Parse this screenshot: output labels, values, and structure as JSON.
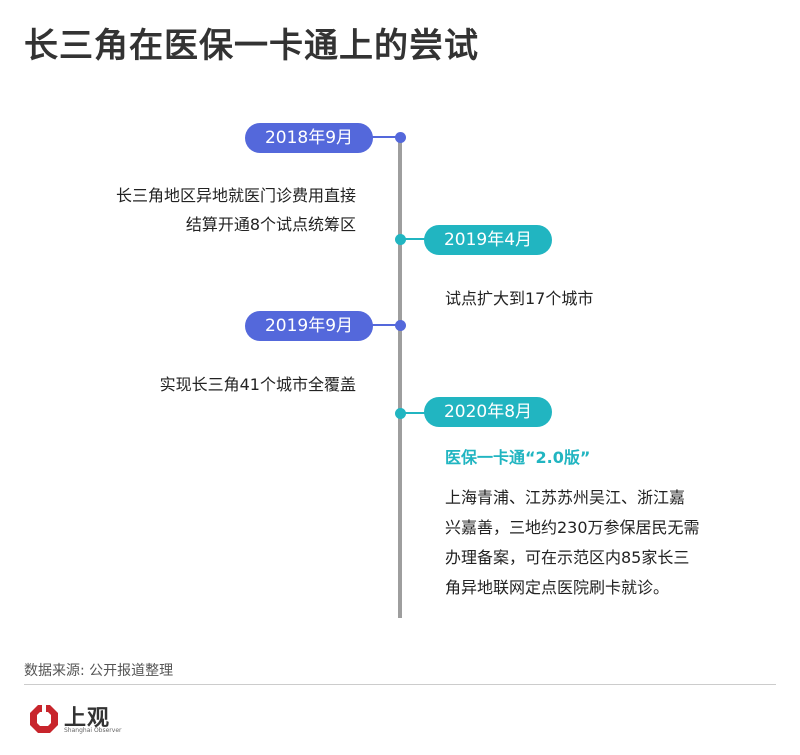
{
  "title": "长三角在医保一卡通上的尝试",
  "colors": {
    "blue": "#5468db",
    "teal": "#21b5c1",
    "axis": "#9e9e9e"
  },
  "timeline": [
    {
      "date": "2018年9月",
      "side": "left",
      "color": "#5468db",
      "lines": [
        "长三角地区异地就医门诊费用直接",
        "结算开通8个试点统筹区"
      ]
    },
    {
      "date": "2019年4月",
      "side": "right",
      "color": "#21b5c1",
      "lines": [
        "试点扩大到17个城市"
      ]
    },
    {
      "date": "2019年9月",
      "side": "left",
      "color": "#5468db",
      "lines": [
        "实现长三角41个城市全覆盖"
      ]
    },
    {
      "date": "2020年8月",
      "side": "right",
      "color": "#21b5c1",
      "subtitle": "医保一卡通“2.0版”",
      "lines": [
        "上海青浦、江苏苏州吴江、浙江嘉",
        "兴嘉善，三地约230万参保居民无需",
        "办理备案，可在示范区内85家长三",
        "角异地联网定点医院刷卡就诊。"
      ]
    }
  ],
  "footer": {
    "source": "数据来源: 公开报道整理",
    "logo_cn": "上观",
    "logo_en": "Shanghai Observer"
  }
}
